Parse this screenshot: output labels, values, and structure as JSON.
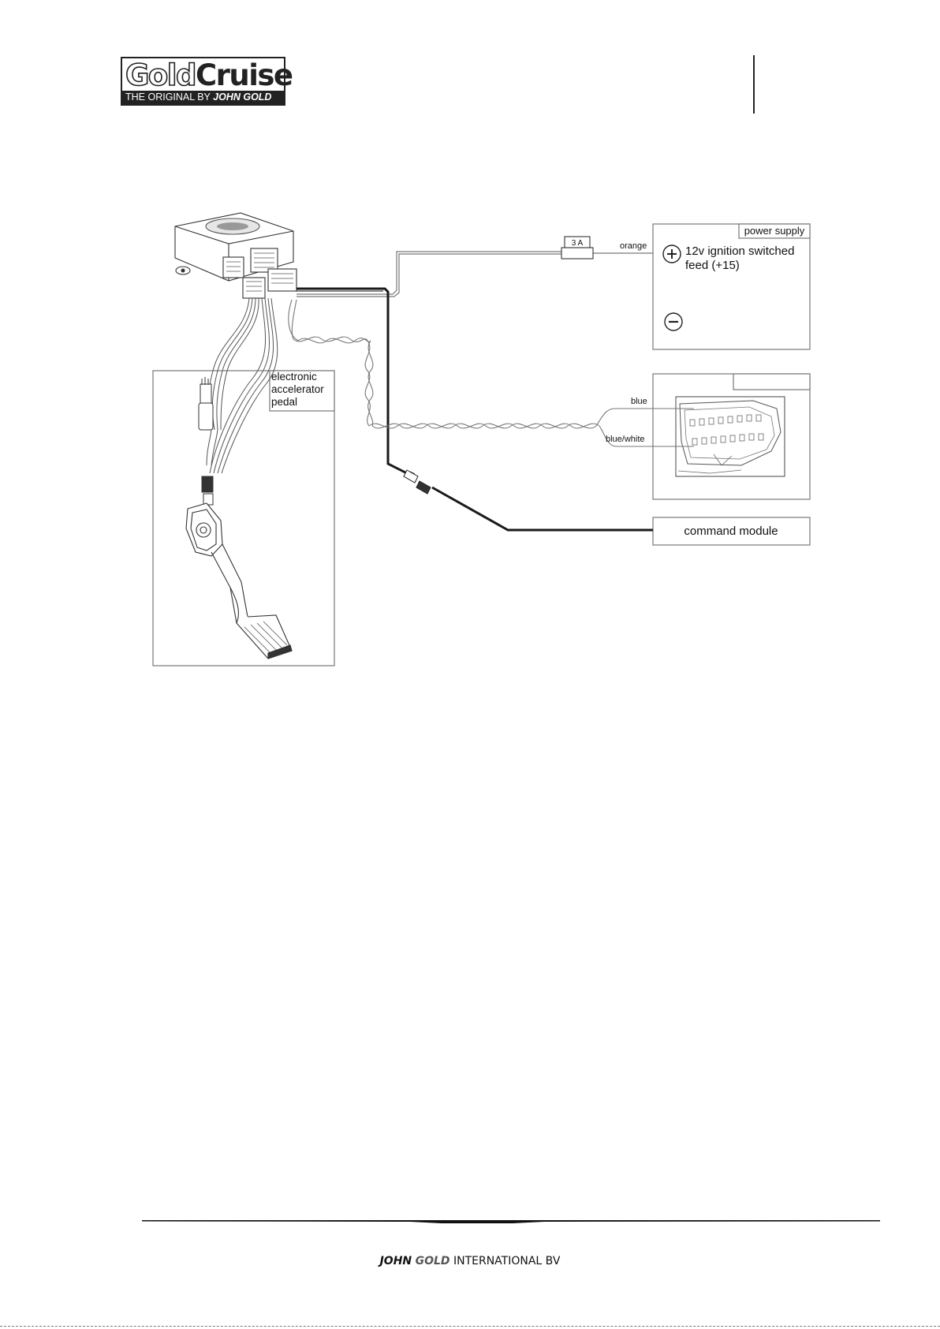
{
  "header": {
    "logo": {
      "brand_gold": "Gold",
      "brand_cruise": "Cruise",
      "tagline_prefix": "THE ORIGINAL BY ",
      "tagline_name": "JOHN GOLD"
    }
  },
  "diagram": {
    "fuse_label": "3 A",
    "wire_orange": "orange",
    "power_supply": {
      "title": "power supply",
      "plus_line1": "12v ignition switched",
      "plus_line2": "feed (+15)"
    },
    "pedal_box": {
      "line1": "electronic",
      "line2": "accelerator",
      "line3": "pedal"
    },
    "wire_blue": "blue",
    "wire_blue_white": "blue/white",
    "command_module": "command module"
  },
  "footer": {
    "company_john": "JOHN",
    "company_gold": "GOLD",
    "company_rest": "INTERNATIONAL BV"
  }
}
